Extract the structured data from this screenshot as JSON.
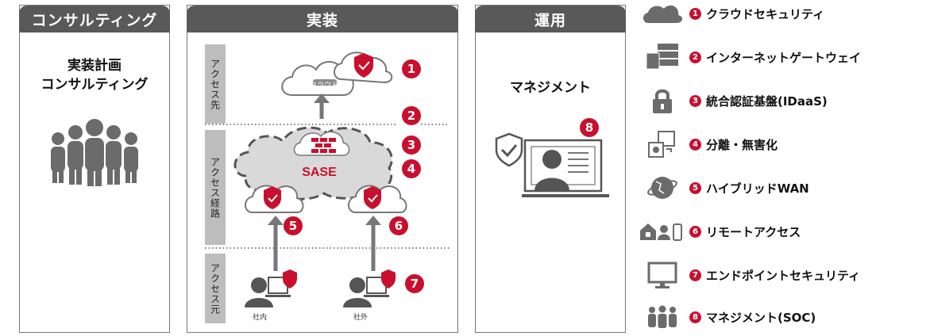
{
  "panels": {
    "consulting": {
      "header": "コンサルティング",
      "body_line1": "実装計画",
      "body_line2": "コンサルティング"
    },
    "implementation": {
      "header": "実装"
    },
    "operation": {
      "header": "運用",
      "body": "マネジメント"
    }
  },
  "diagram": {
    "vlabel_dest": "アクセス先",
    "vlabel_route": "アクセス経路",
    "vlabel_source": "アクセス元",
    "cloud_label": "クラウド",
    "sase_label": "SASE",
    "internal_label": "社内",
    "external_label": "社外",
    "markers": [
      "1",
      "2",
      "3",
      "4",
      "5",
      "6",
      "7",
      "8"
    ]
  },
  "legend": [
    {
      "num": "1",
      "text": "クラウドセキュリティ",
      "icon": "cloud-icon"
    },
    {
      "num": "2",
      "text": "インターネットゲートウェイ",
      "icon": "gateway-server-icon"
    },
    {
      "num": "3",
      "text": "統合認証基盤(IDaaS)",
      "icon": "lock-icon"
    },
    {
      "num": "4",
      "text": "分離・無害化",
      "icon": "isolation-icon"
    },
    {
      "num": "5",
      "text": "ハイブリッドWAN",
      "icon": "globe-icon"
    },
    {
      "num": "6",
      "text": "リモートアクセス",
      "icon": "remote-access-icon"
    },
    {
      "num": "7",
      "text": "エンドポイントセキュリティ",
      "icon": "monitor-icon"
    },
    {
      "num": "8",
      "text": "マネジメント(SOC)",
      "icon": "team-icon"
    }
  ],
  "colors": {
    "accent": "#c8102e",
    "header": "#595959",
    "gray_band": "#bdbdbd",
    "icon_gray": "#6b6b6b"
  }
}
